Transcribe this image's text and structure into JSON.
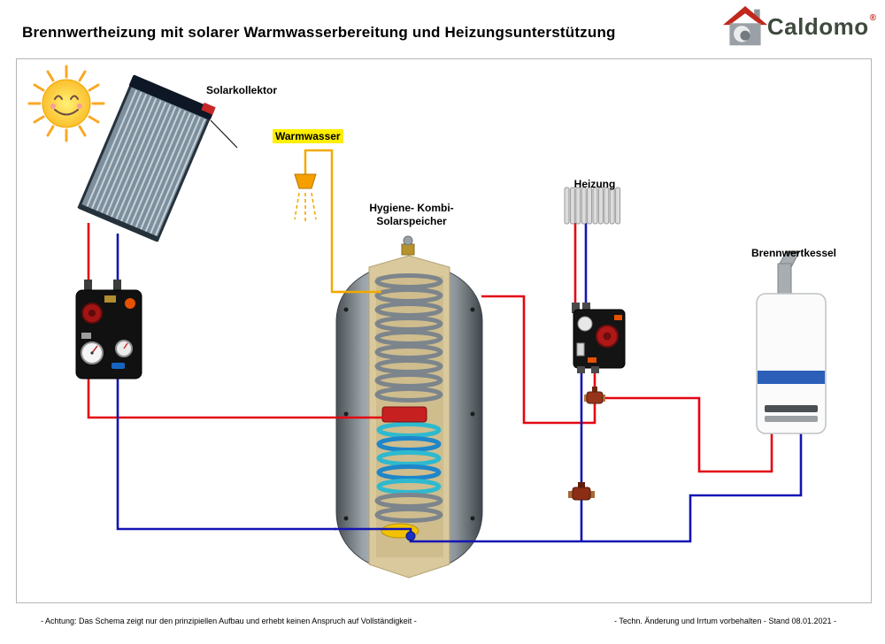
{
  "header": {
    "title": "Brennwertheizung mit solarer Warmwasserbereitung und Heizungsunterstützung",
    "logo_text": "Caldomo",
    "logo_reg": "®"
  },
  "labels": {
    "solar_collector": "Solarkollektor",
    "warm_water": "Warmwasser",
    "tank_line1": "Hygiene- Kombi-",
    "tank_line2": "Solarspeicher",
    "heating": "Heizung",
    "boiler": "Brennwertkessel"
  },
  "colors": {
    "pipe_hot": "#e30613",
    "pipe_cold": "#1414b4",
    "warm_water": "#f2a900",
    "label_highlight": "#ffee00",
    "boiler_band": "#2b5fb8",
    "logo_red": "#c2271d"
  },
  "icons": {
    "sun": "sun-icon",
    "shower": "shower-icon",
    "logo": "house-icon"
  },
  "footer": {
    "left": "- Achtung: Das Schema zeigt nur den prinzipiellen Aufbau und erhebt keinen Anspruch auf Vollständigkeit -",
    "right": "- Techn. Änderung und Irrtum vorbehalten - Stand 08.01.2021 -"
  }
}
